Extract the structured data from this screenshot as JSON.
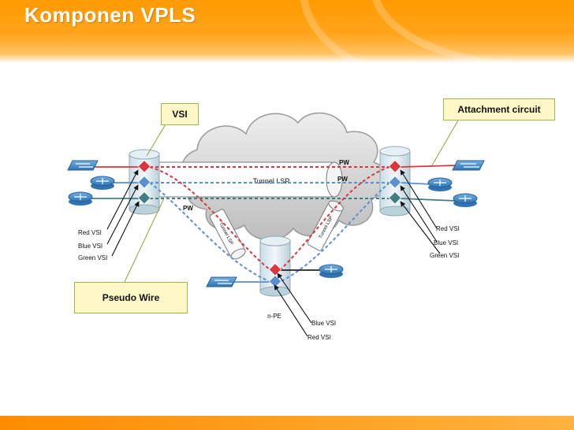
{
  "slide": {
    "title": "Komponen VPLS"
  },
  "callouts": {
    "vsi": "VSI",
    "attachment_circuit": "Attachment circuit",
    "pseudo_wire": "Pseudo Wire"
  },
  "diagram": {
    "tunnel_label": "Tunnel LSP",
    "tunnel_label_left": "Tunnel LSP",
    "tunnel_label_right": "Tunnel LSP",
    "pw_labels": [
      "PW",
      "PW",
      "PW"
    ],
    "left_vsi_labels": [
      "Red VSI",
      "Blue VSI",
      "Green VSI"
    ],
    "right_vsi_labels": [
      "Red VSI",
      "Blue VSI",
      "Green VSI"
    ],
    "bottom_vsi_labels": [
      "Blue VSI",
      "Red VSI"
    ],
    "bottom_pe_label": "n-PE"
  },
  "colors": {
    "header_orange": "#ff9a00",
    "red_vsi": "#d9363e",
    "blue_vsi": "#5a8fd0",
    "green_vsi": "#3f7f84",
    "device_blue": "#3f86c6",
    "callout_fill": "#fff7c8",
    "callout_border": "#9bb84a"
  },
  "icons": {
    "switch": "switch-icon",
    "router": "router-icon",
    "pe_cylinder": "pe-cylinder-icon",
    "cloud": "mpls-cloud-icon"
  }
}
